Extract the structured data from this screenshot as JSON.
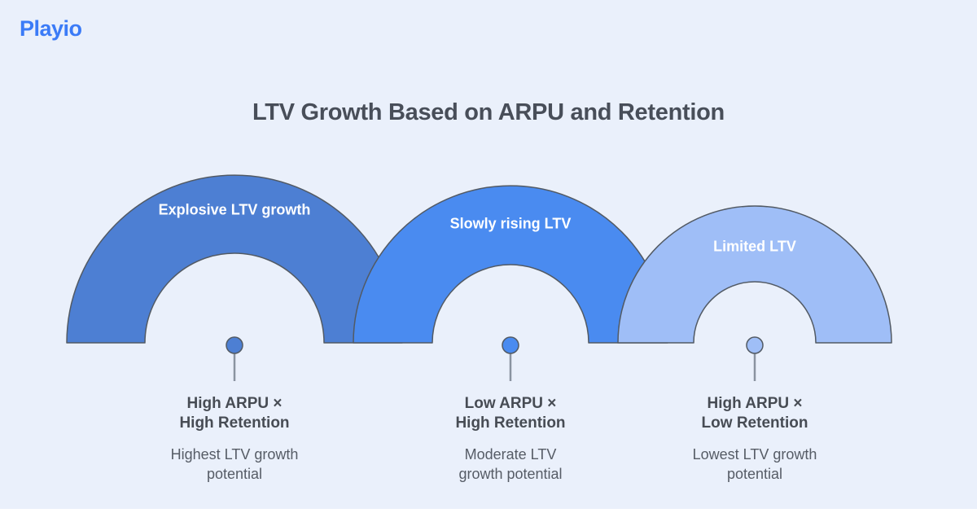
{
  "brand": {
    "logo_text": "Playio",
    "logo_color": "#3b7bf7"
  },
  "title": "LTV Growth Based on ARPU and Retention",
  "colors": {
    "background": "#eaf0fb",
    "arch_stroke": "#525a64",
    "pin_stem": "#8a93a0",
    "title_text": "#484e59",
    "factor_text": "#474c54",
    "description_text": "#565c66"
  },
  "segments": [
    {
      "arch_label": "Explosive LTV growth",
      "factor_line1": "High ARPU ×",
      "factor_line2": "High Retention",
      "desc_line1": "Highest LTV growth",
      "desc_line2": "potential",
      "fill": "#4d7fd3"
    },
    {
      "arch_label": "Slowly rising LTV",
      "factor_line1": "Low ARPU ×",
      "factor_line2": "High Retention",
      "desc_line1": "Moderate LTV",
      "desc_line2": "growth potential",
      "fill": "#4a8bf0"
    },
    {
      "arch_label": "Limited LTV",
      "factor_line1": "High ARPU ×",
      "factor_line2": "Low Retention",
      "desc_line1": "Lowest LTV growth",
      "desc_line2": "potential",
      "fill": "#9fbef7"
    }
  ]
}
